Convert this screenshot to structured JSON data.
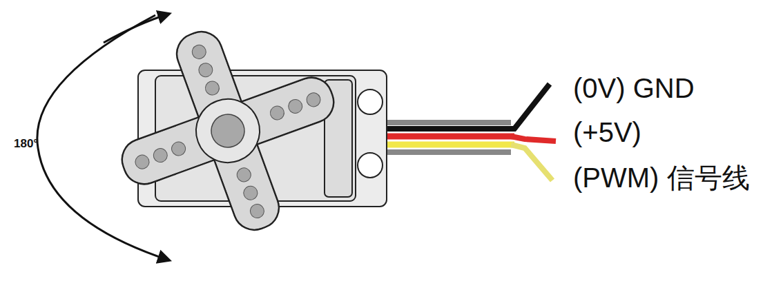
{
  "diagram": {
    "labels": [
      "180°",
      "(0V) GND",
      "(+5V)",
      "(PWM) 信号线"
    ]
  }
}
